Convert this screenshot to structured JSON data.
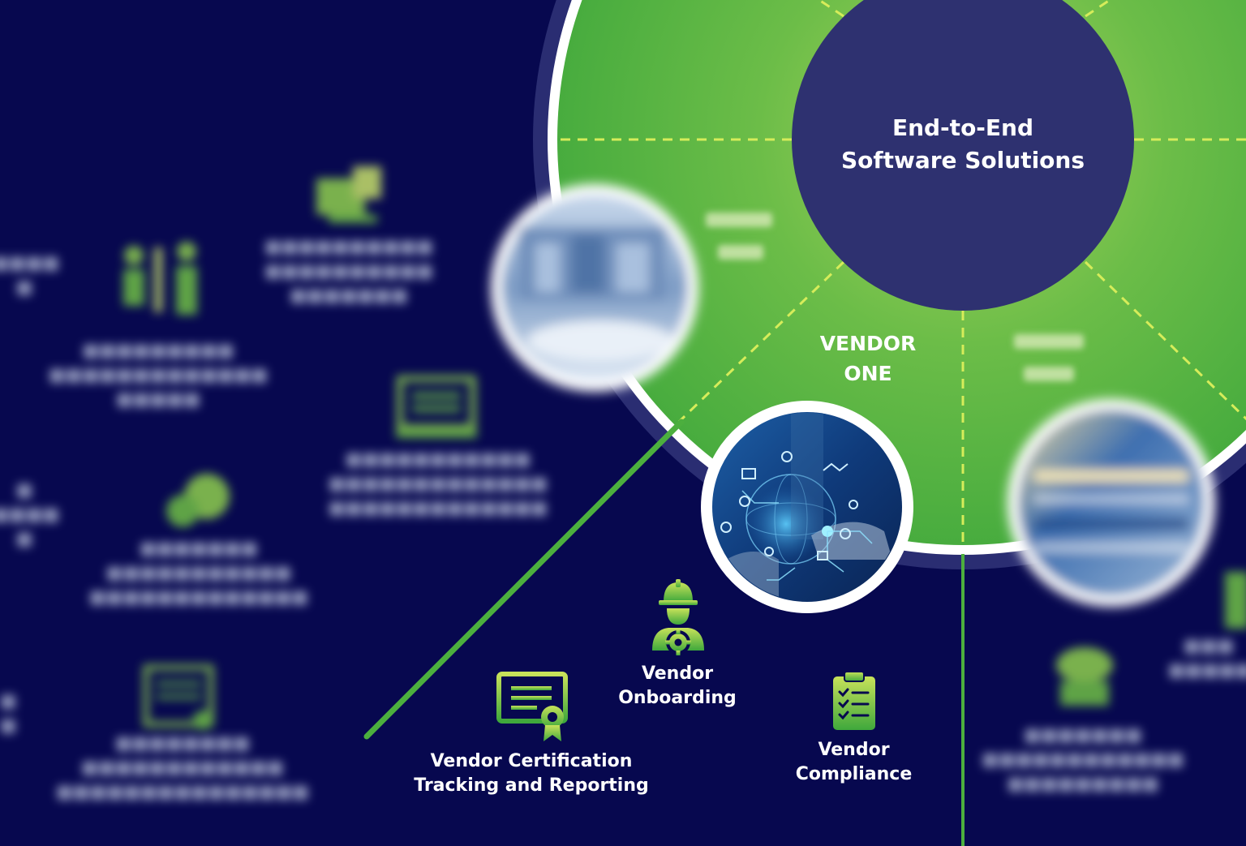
{
  "center": {
    "title_line1": "End-to-End",
    "title_line2": "Software Solutions"
  },
  "segment": {
    "title_line1": "VENDOR",
    "title_line2": "ONE"
  },
  "items": [
    {
      "label_line1": "Vendor",
      "label_line2": "Onboarding",
      "icon": "engineer-gear-icon"
    },
    {
      "label_line1": "Vendor Certification",
      "label_line2": "Tracking and Reporting",
      "icon": "certificate-icon"
    },
    {
      "label_line1": "Vendor",
      "label_line2": "Compliance",
      "icon": "clipboard-checklist-icon"
    }
  ],
  "colors": {
    "background": "#07084f",
    "wheel_green": "#4cb043",
    "wheel_green_light": "#86c651",
    "hub": "#2e3170",
    "ring": "#2a2d72",
    "connector": "#4caf3e",
    "divider": "#d6ec5a"
  }
}
